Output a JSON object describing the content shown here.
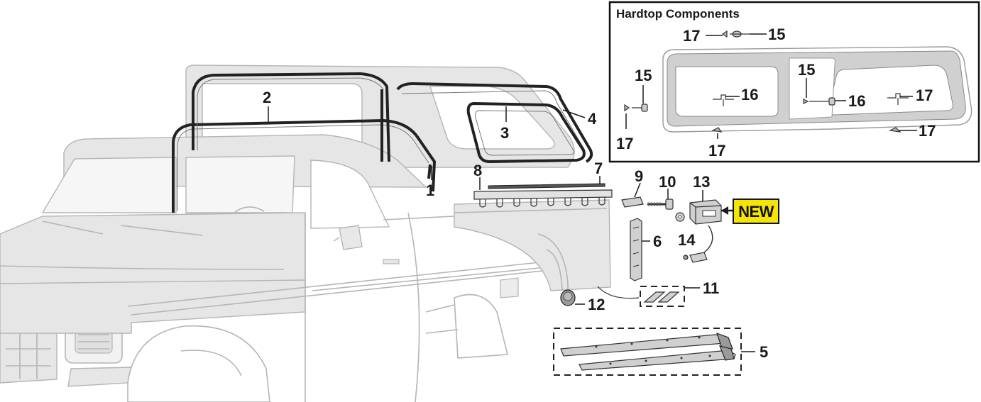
{
  "inset": {
    "title": "Hardtop Components",
    "callouts": [
      "17",
      "15",
      "15",
      "16",
      "17",
      "17",
      "15",
      "16",
      "17",
      "17"
    ]
  },
  "badge": {
    "label": "NEW",
    "fill": "#f5e500"
  },
  "callouts": [
    "2",
    "3",
    "4",
    "1",
    "8",
    "7",
    "9",
    "10",
    "13",
    "14",
    "6",
    "11",
    "12",
    "5"
  ],
  "colors": {
    "ghost": "#b5b5b5",
    "ink": "#1a1a1a"
  }
}
